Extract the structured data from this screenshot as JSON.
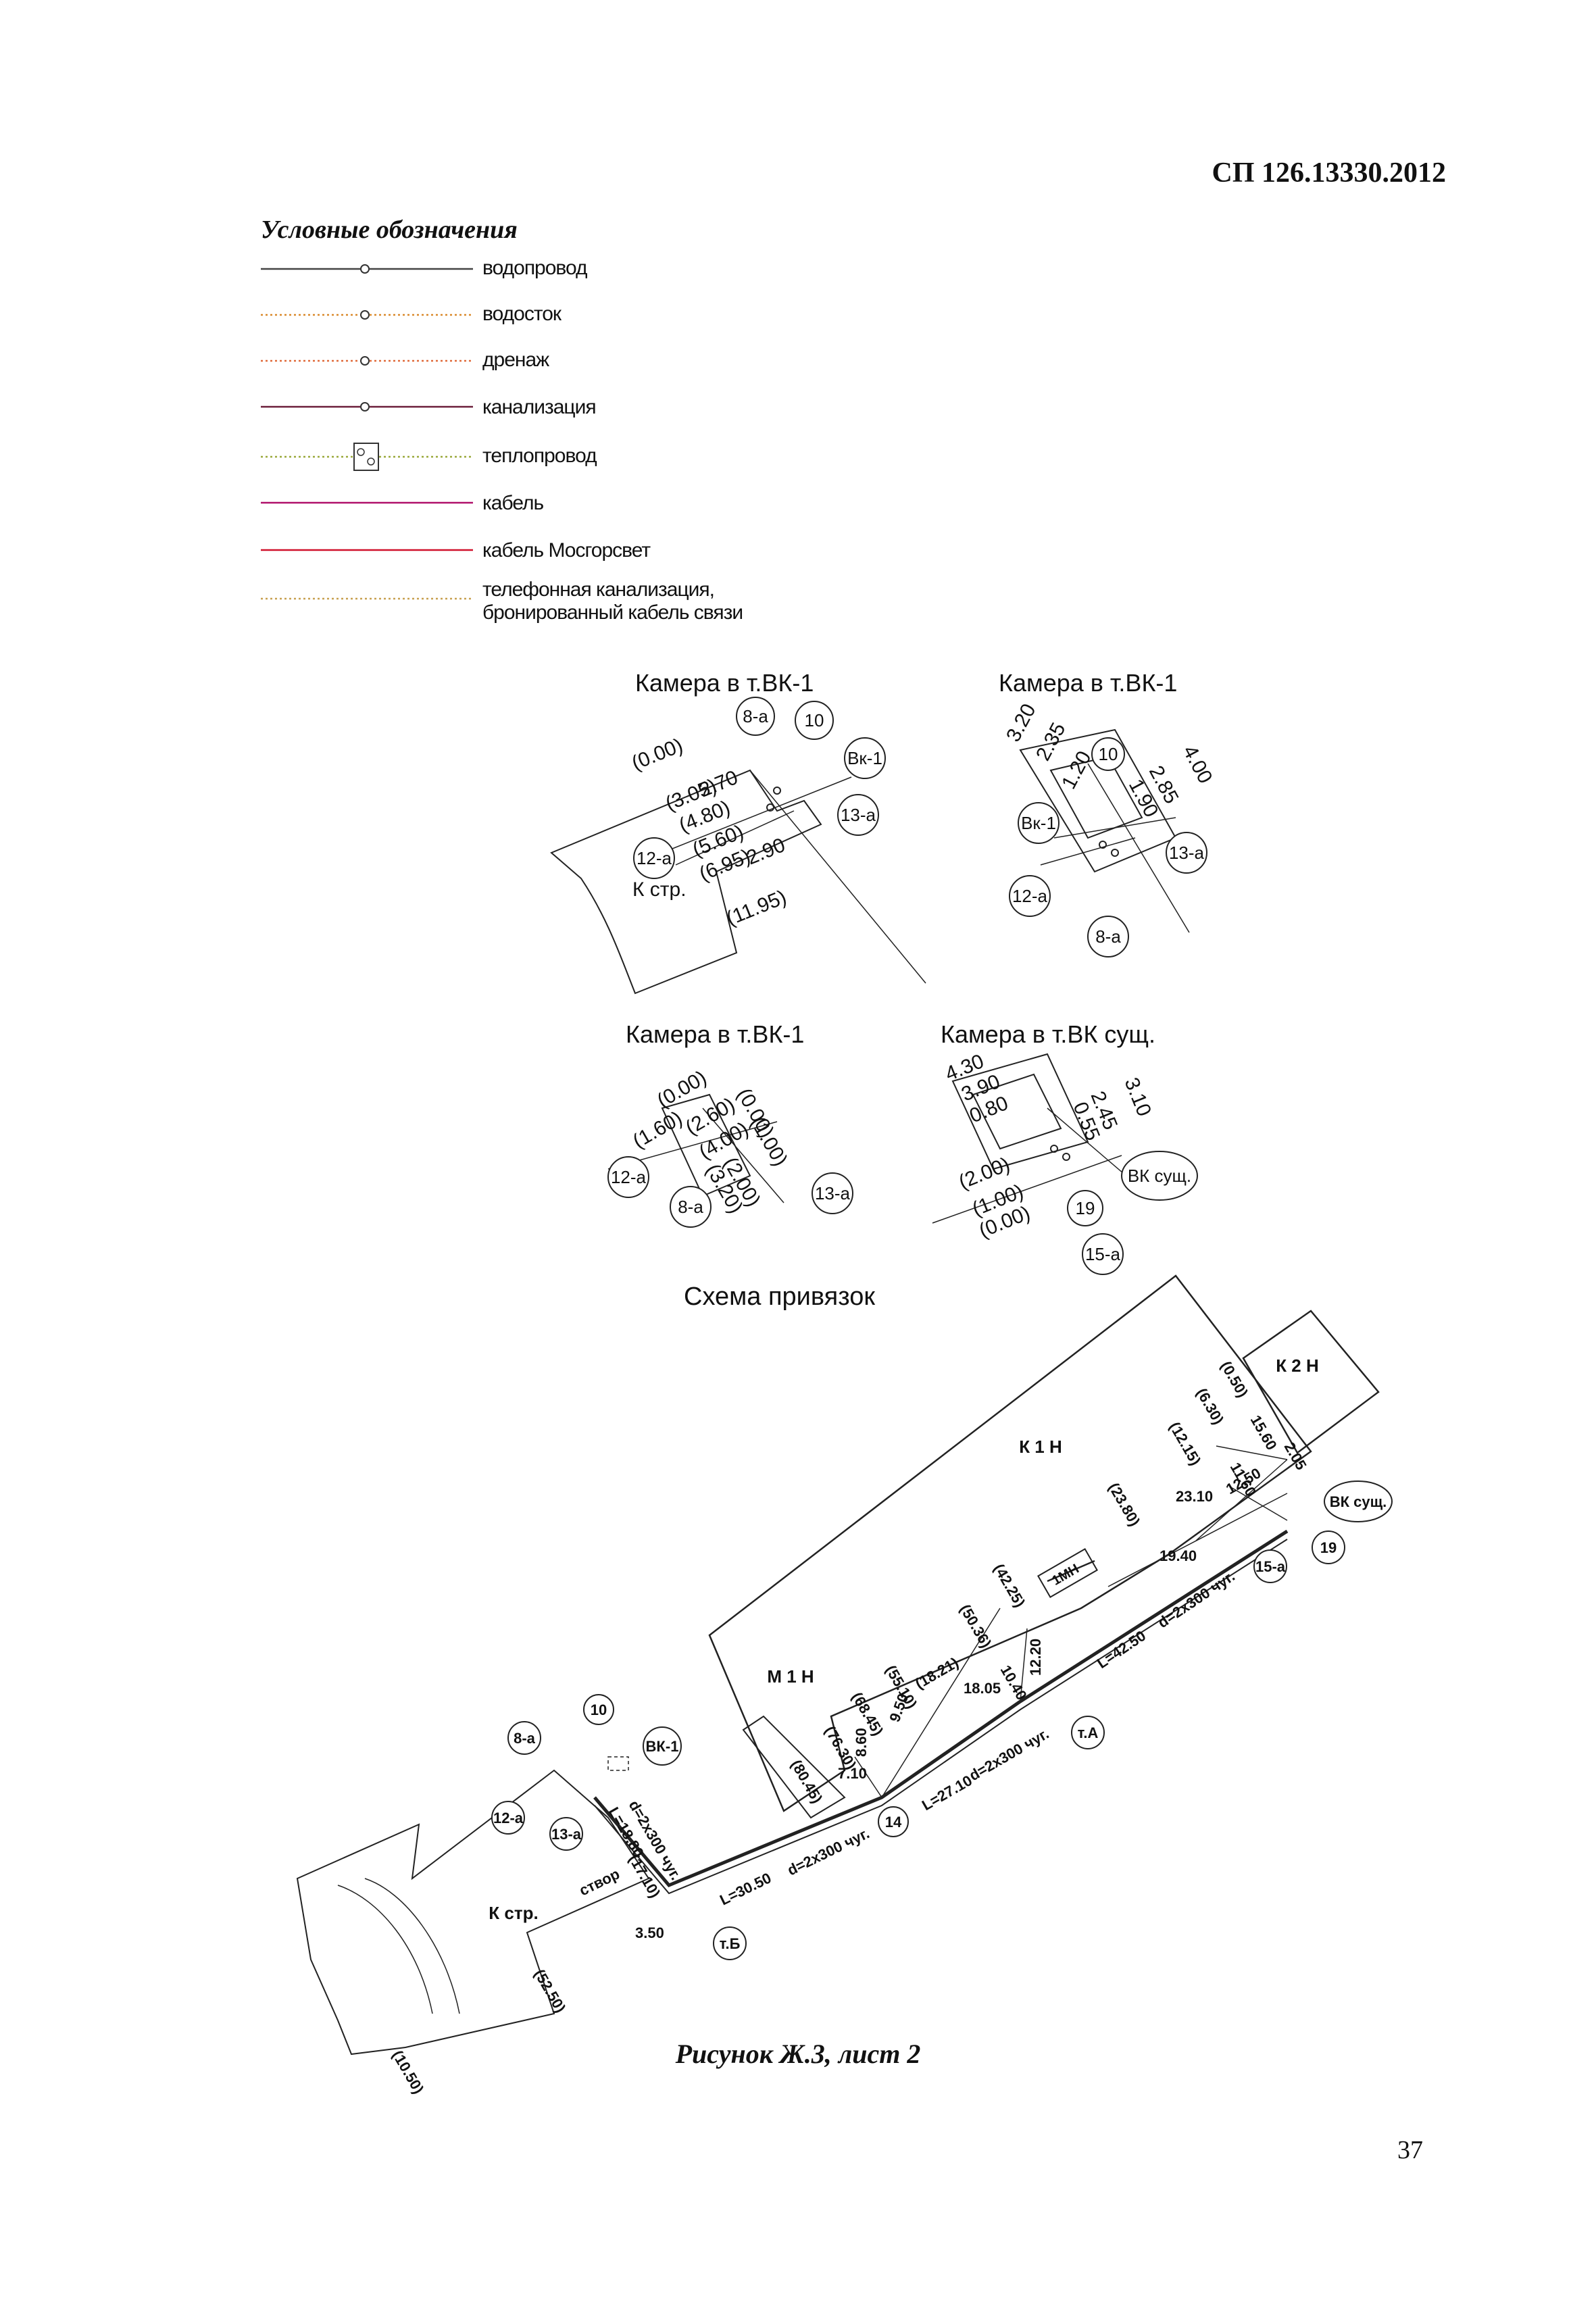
{
  "header": {
    "doc_code": "СП 126.13330.2012"
  },
  "legend": {
    "title": "Условные обозначения",
    "items": [
      {
        "label": "водопровод",
        "color": "#444444",
        "style": "solid",
        "symbol": "circle"
      },
      {
        "label": "водосток",
        "color": "#d9892b",
        "style": "dotted",
        "symbol": "circle"
      },
      {
        "label": "дренаж",
        "color": "#e06a3a",
        "style": "dotted",
        "symbol": "circle"
      },
      {
        "label": "канализация",
        "color": "#6b1e3a",
        "style": "solid",
        "symbol": "circle"
      },
      {
        "label": "теплопровод",
        "color": "#9aa83a",
        "style": "dotted",
        "symbol": "chamber"
      },
      {
        "label": "кабель",
        "color": "#b0106a",
        "style": "solid",
        "symbol": "none"
      },
      {
        "label": "кабель Мосгорсвет",
        "color": "#d0102a",
        "style": "solid",
        "symbol": "none"
      },
      {
        "label": "телефонная канализация,\nбронированный кабель связи",
        "color": "#c8a050",
        "style": "dotted",
        "symbol": "none"
      }
    ]
  },
  "sketches": {
    "sketch1": {
      "title": "Камера в т.ВК-1",
      "texts": [
        "(0.00)",
        "(3.05)",
        "2.70",
        "(4.80)",
        "(5.60)",
        "(6.95)",
        "2.90",
        "(11.95)",
        "К стр."
      ],
      "markers": [
        "8-а",
        "10",
        "Вк-1",
        "13-а",
        "12-а"
      ]
    },
    "sketch2": {
      "title": "Камера в т.ВК-1",
      "texts": [
        "3.20",
        "2.35",
        "1.20",
        "2.85",
        "1.90",
        "4.00"
      ],
      "markers": [
        "10",
        "Вк-1",
        "13-а",
        "12-а",
        "8-а"
      ]
    },
    "sketch3": {
      "title": "Камера в т.ВК-1",
      "texts": [
        "(0.00)",
        "(1.60)",
        "(2.60)",
        "(4.00)",
        "(0.00)",
        "(1.00)",
        "(2.00)",
        "(3.20)"
      ],
      "markers": [
        "12-а",
        "8-а",
        "13-а"
      ]
    },
    "sketch4": {
      "title": "Камера в т.ВК сущ.",
      "texts": [
        "4.30",
        "3.90",
        "0.80",
        "0.55",
        "2.45",
        "3.10",
        "(2.00)",
        "(1.00)",
        "(0.00)"
      ],
      "markers": [
        "ВК сущ.",
        "19",
        "15-а"
      ]
    }
  },
  "scheme": {
    "title": "Схема привязок",
    "buildings": [
      "К 1 Н",
      "К 2 Н",
      "М 1 Н",
      "К стр.",
      "1МН"
    ],
    "texts": {
      "d_bk1": "d=2х300 чуг.",
      "l_bk1": "L=18.80",
      "l_b14": "L=30.50",
      "d_b14": "d=2х300 чуг.",
      "l_14a": "L=27.10",
      "d_14a": "d=2х300 чуг.",
      "l_avk": "L=42.50",
      "d_avk": "d=2х300 чуг.",
      "stvor": "створ",
      "v350": "3.50",
      "v1710": "(17.10)",
      "v5250": "(52.50)",
      "v1050": "(10.50)",
      "v8045": "(80.45)",
      "v7630": "(76.30)",
      "v6845": "(68.45)",
      "v5510": "(55.10)",
      "v5036": "(50.36)",
      "v4225": "(42.25)",
      "v2380": "(23.80)",
      "v1215": "(12.15)",
      "v630": "(6.30)",
      "v050": "(0.50)",
      "v710": "7.10",
      "v860": "8.60",
      "v950": "9.50",
      "v1805": "18.05",
      "v1040": "10.40",
      "v1220": "12.20",
      "v1940": "19.40",
      "v2310": "23.10",
      "v1250": "12.50",
      "v1160": "11.60",
      "v1560": "15.60",
      "v205": "2.05",
      "v1821": "(18.21)"
    },
    "markers": [
      "10",
      "8-а",
      "ВК-1",
      "12-а",
      "13-а",
      "14",
      "т.Б",
      "т.А",
      "15-а",
      "19",
      "ВК сущ."
    ]
  },
  "caption": "Рисунок Ж.3, лист 2",
  "page_number": "37"
}
